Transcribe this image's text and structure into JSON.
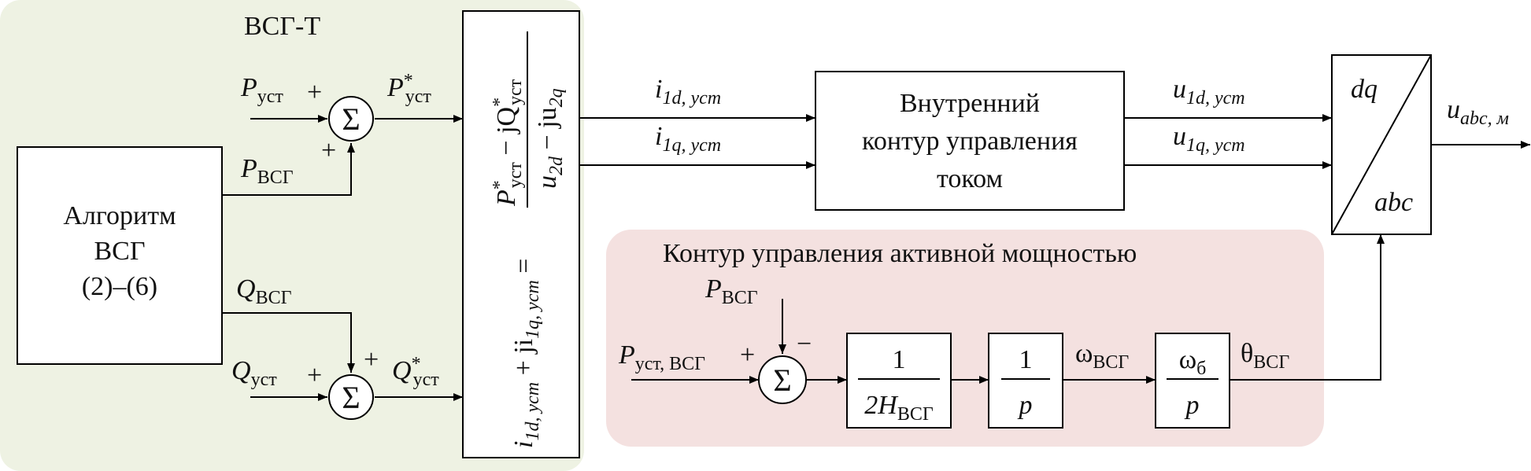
{
  "colors": {
    "vsg_t_panel": "#eef2e3",
    "active_power_loop_panel": "#f4e1e0",
    "lines": "#000000",
    "blocks_fill": "#ffffff"
  },
  "vsg_t_title": "ВСГ-Т",
  "active_loop_title": "Контур управления активной мощностью",
  "algorithm_block": {
    "line1": "Алгоритм",
    "line2": "ВСГ",
    "line3": "(2)–(6)"
  },
  "current_loop_block": {
    "line1": "Внутренний",
    "line2": "контур управления",
    "line3": "током"
  },
  "dq_abc_block": {
    "top": "dq",
    "bottom": "abc"
  },
  "current_ref_block": {
    "left_part": "i",
    "left_sub1": "1d, уст",
    "mid": " + ji",
    "mid_sub": "1q, уст",
    "eq": " =",
    "num_P": "P",
    "num_P_sup": "*",
    "num_P_sub": "уст",
    "num_minus": " − jQ",
    "num_Q_sup": "*",
    "num_Q_sub": "уст",
    "den_u1": "u",
    "den_u1_sub": "2d",
    "den_minus": " − ju",
    "den_u2_sub": "2q"
  },
  "sum_symbol": "Σ",
  "signals": {
    "p_ust": {
      "main": "P",
      "sub": "уст"
    },
    "p_vsg": {
      "main": "P",
      "sub": "ВСГ"
    },
    "p_ust_star": {
      "main": "P",
      "sup": "*",
      "sub": "уст"
    },
    "q_vsg": {
      "main": "Q",
      "sub": "ВСГ"
    },
    "q_ust": {
      "main": "Q",
      "sub": "уст"
    },
    "q_ust_star": {
      "main": "Q",
      "sup": "*",
      "sub": "уст"
    },
    "i1d": {
      "main": "i",
      "sub": "1d, уст"
    },
    "i1q": {
      "main": "i",
      "sub": "1q, уст"
    },
    "u1d": {
      "main": "u",
      "sub": "1d, уст"
    },
    "u1q": {
      "main": "u",
      "sub": "1q, уст"
    },
    "u_abc": {
      "main": "u",
      "sub": "abc, м"
    },
    "p_vsg_loop": {
      "main": "P",
      "sub": "ВСГ"
    },
    "p_ust_vsg": {
      "main": "P",
      "sub": "уст, ВСГ"
    },
    "omega_vsg": {
      "main": "ω",
      "sub": "ВСГ"
    },
    "theta_vsg": {
      "main": "θ",
      "sub": "ВСГ"
    }
  },
  "signs": {
    "plus": "+",
    "minus": "−"
  },
  "tf_inertia": {
    "num": "1",
    "den_pre": "2H",
    "den_sub": "ВСГ"
  },
  "tf_integrator": {
    "num": "1",
    "den": "p"
  },
  "tf_omega_base": {
    "num_main": "ω",
    "num_sub": "б",
    "den": "p"
  }
}
